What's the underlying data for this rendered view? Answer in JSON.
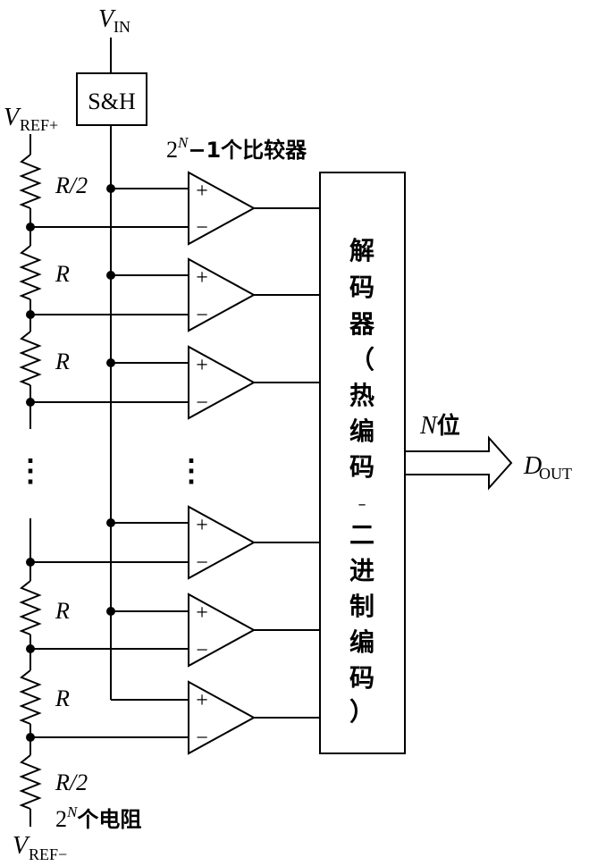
{
  "labels": {
    "vin_main": "V",
    "vin_sub": "IN",
    "vref_plus_main": "V",
    "vref_plus_sub": "REF+",
    "vref_minus_main": "V",
    "vref_minus_sub": "REF−",
    "sample_hold": "S&H",
    "comparators_base": "2",
    "comparators_exp": "N",
    "comparators_rest": "−1个比较器",
    "resistors_base": "2",
    "resistors_exp": "N",
    "resistors_rest": "个电阻",
    "output_bits_var": "N",
    "output_bits_word": "位",
    "dout_main": "D",
    "dout_sub": "OUT",
    "ellipsis": "⋮",
    "plus_sign": "+",
    "minus_sign": "−"
  },
  "resistor_labels": [
    "R/2",
    "R",
    "R",
    "R",
    "R",
    "R/2"
  ],
  "decoder_text": [
    "解",
    "码",
    "器",
    "（",
    "热",
    "编",
    "码",
    "–",
    "二",
    "进",
    "制",
    "编",
    "码",
    "）"
  ]
}
